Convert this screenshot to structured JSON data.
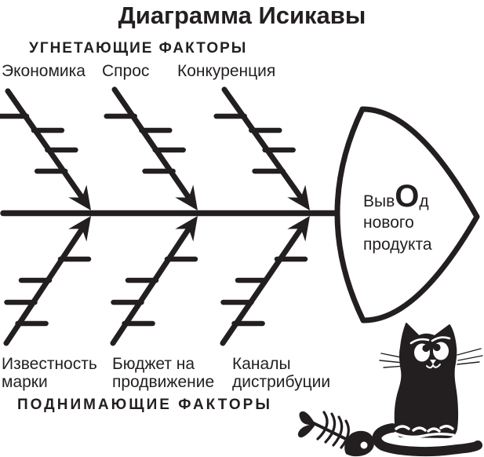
{
  "title": "Диаграмма Исикавы",
  "diagram": {
    "type": "ishikawa-fishbone",
    "top_group_label": "УГНЕТАЮЩИЕ ФАКТОРЫ",
    "bottom_group_label": "ПОДНИМАЮЩИЕ ФАКТОРЫ",
    "top_causes": [
      "Экономика",
      "Спрос",
      "Конкуренция"
    ],
    "bottom_causes": [
      "Известность марки",
      "Бюджет на продвижение",
      "Каналы дистрибуции"
    ],
    "effect": {
      "line1_pre": "Выв",
      "line1_big_letter": "О",
      "line1_post": "д",
      "line2": "нового",
      "line3": "продукта",
      "full_text": "Вывод нового продукта"
    },
    "decorations": [
      "cat-illustration",
      "fish-skeleton-illustration"
    ]
  },
  "colors": {
    "ink": "#231f20",
    "background": "#ffffff"
  }
}
